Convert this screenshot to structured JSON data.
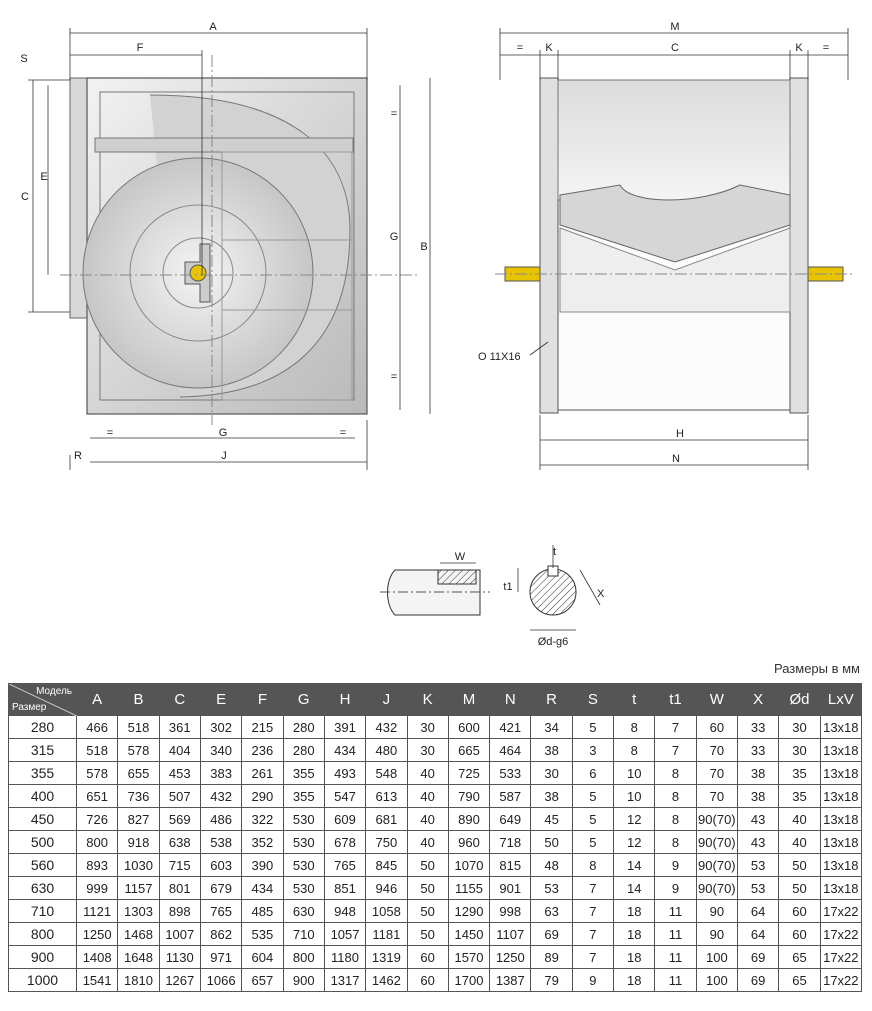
{
  "drawings": {
    "front_labels": {
      "A": "A",
      "F": "F",
      "S": "S",
      "C": "C",
      "E": "E",
      "G_right": "G",
      "B": "B",
      "eq_top": "=",
      "eq_bottom": "=",
      "eq_left": "=",
      "G_bottom": "G",
      "eq_right": "=",
      "R": "R",
      "J": "J"
    },
    "side_labels": {
      "M": "M",
      "eq_l": "=",
      "K_l": "K",
      "C": "C",
      "K_r": "K",
      "eq_r": "=",
      "hole": "O 11X16",
      "H": "H",
      "N": "N"
    },
    "shaft_labels": {
      "W": "W",
      "t": "t",
      "t1": "t1",
      "X": "X",
      "d": "Ød-g6"
    }
  },
  "units_note": "Размеры в мм",
  "table": {
    "corner_model": "Модель",
    "corner_size": "Размер",
    "headers": [
      "A",
      "B",
      "C",
      "E",
      "F",
      "G",
      "H",
      "J",
      "K",
      "M",
      "N",
      "R",
      "S",
      "t",
      "t1",
      "W",
      "X",
      "Ød",
      "LxV"
    ],
    "rows": [
      [
        "280",
        "466",
        "518",
        "361",
        "302",
        "215",
        "280",
        "391",
        "432",
        "30",
        "600",
        "421",
        "34",
        "5",
        "8",
        "7",
        "60",
        "33",
        "30",
        "13x18"
      ],
      [
        "315",
        "518",
        "578",
        "404",
        "340",
        "236",
        "280",
        "434",
        "480",
        "30",
        "665",
        "464",
        "38",
        "3",
        "8",
        "7",
        "70",
        "33",
        "30",
        "13x18"
      ],
      [
        "355",
        "578",
        "655",
        "453",
        "383",
        "261",
        "355",
        "493",
        "548",
        "40",
        "725",
        "533",
        "30",
        "6",
        "10",
        "8",
        "70",
        "38",
        "35",
        "13x18"
      ],
      [
        "400",
        "651",
        "736",
        "507",
        "432",
        "290",
        "355",
        "547",
        "613",
        "40",
        "790",
        "587",
        "38",
        "5",
        "10",
        "8",
        "70",
        "38",
        "35",
        "13x18"
      ],
      [
        "450",
        "726",
        "827",
        "569",
        "486",
        "322",
        "530",
        "609",
        "681",
        "40",
        "890",
        "649",
        "45",
        "5",
        "12",
        "8",
        "90(70)",
        "43",
        "40",
        "13x18"
      ],
      [
        "500",
        "800",
        "918",
        "638",
        "538",
        "352",
        "530",
        "678",
        "750",
        "40",
        "960",
        "718",
        "50",
        "5",
        "12",
        "8",
        "90(70)",
        "43",
        "40",
        "13x18"
      ],
      [
        "560",
        "893",
        "1030",
        "715",
        "603",
        "390",
        "530",
        "765",
        "845",
        "50",
        "1070",
        "815",
        "48",
        "8",
        "14",
        "9",
        "90(70)",
        "53",
        "50",
        "13x18"
      ],
      [
        "630",
        "999",
        "1157",
        "801",
        "679",
        "434",
        "530",
        "851",
        "946",
        "50",
        "1155",
        "901",
        "53",
        "7",
        "14",
        "9",
        "90(70)",
        "53",
        "50",
        "13x18"
      ],
      [
        "710",
        "1121",
        "1303",
        "898",
        "765",
        "485",
        "630",
        "948",
        "1058",
        "50",
        "1290",
        "998",
        "63",
        "7",
        "18",
        "11",
        "90",
        "64",
        "60",
        "17x22"
      ],
      [
        "800",
        "1250",
        "1468",
        "1007",
        "862",
        "535",
        "710",
        "1057",
        "1181",
        "50",
        "1450",
        "1107",
        "69",
        "7",
        "18",
        "11",
        "90",
        "64",
        "60",
        "17x22"
      ],
      [
        "900",
        "1408",
        "1648",
        "1130",
        "971",
        "604",
        "800",
        "1180",
        "1319",
        "60",
        "1570",
        "1250",
        "89",
        "7",
        "18",
        "11",
        "100",
        "69",
        "65",
        "17x22"
      ],
      [
        "1000",
        "1541",
        "1810",
        "1267",
        "1066",
        "657",
        "900",
        "1317",
        "1462",
        "60",
        "1700",
        "1387",
        "79",
        "9",
        "18",
        "11",
        "100",
        "69",
        "65",
        "17x22"
      ]
    ]
  }
}
